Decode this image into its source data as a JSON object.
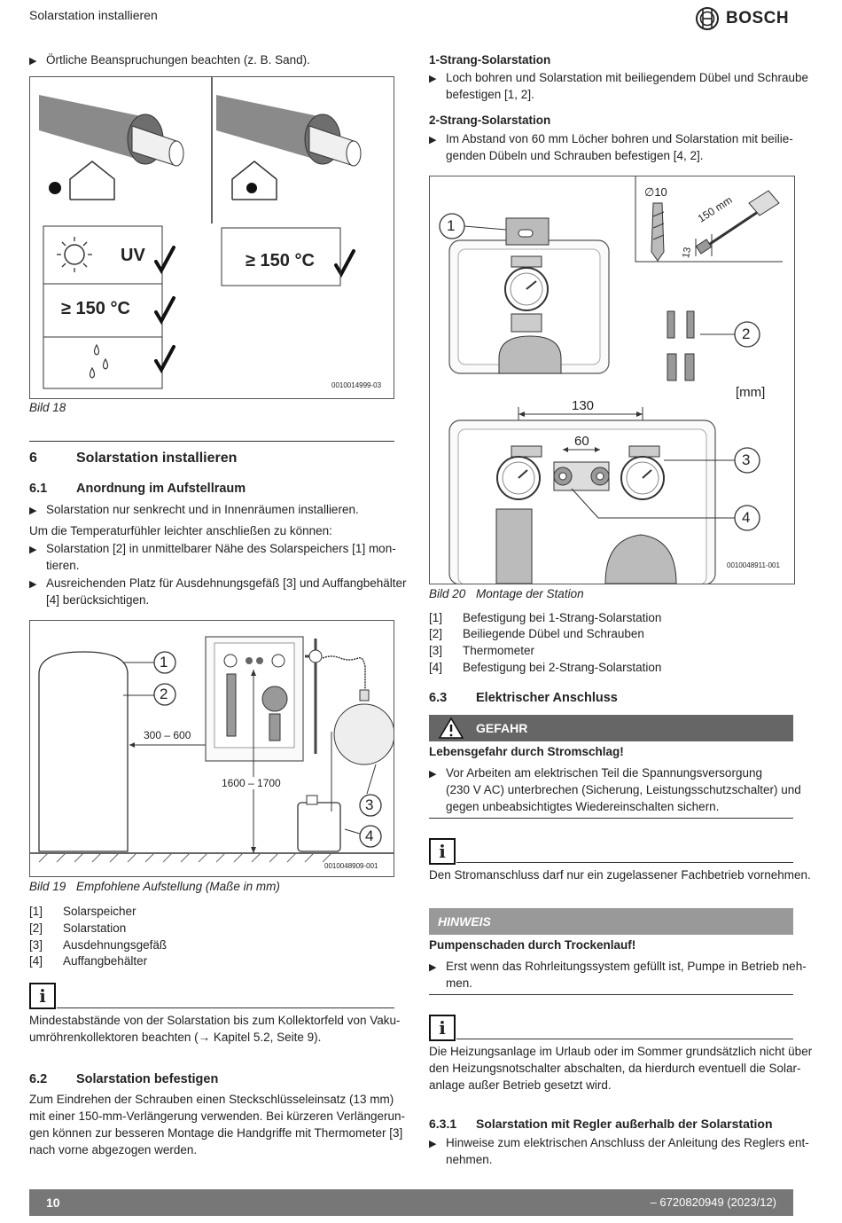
{
  "header": {
    "title": "Solarstation installieren",
    "brand": "BOSCH"
  },
  "left": {
    "intro_bullet": "Örtliche Beanspruchungen beachten (z. B. Sand).",
    "fig18": {
      "label_uv": "UV",
      "label_temp1": "≥ 150 °C",
      "label_temp2": "≥ 150 °C",
      "code": "0010014999-03",
      "caption": "Bild 18"
    },
    "sec6": {
      "num": "6",
      "title": "Solarstation installieren"
    },
    "sec61": {
      "num": "6.1",
      "title": "Anordnung im Aufstellraum",
      "bullet1": "Solarstation nur senkrecht und in Innenräumen installieren.",
      "para": "Um die Temperaturfühler leichter anschließen zu können:",
      "bullet2_l1": "Solarstation [2] in unmittelbarer Nähe des Solarspeichers [1] mon-",
      "bullet2_l2": "tieren.",
      "bullet3_l1": "Ausreichenden Platz für Ausdehnungsgefäß [3] und Auffangbehälter",
      "bullet3_l2": "[4] berücksichtigen."
    },
    "fig19": {
      "n1": "1",
      "n2": "2",
      "n3": "3",
      "n4": "4",
      "dim1": "300 – 600",
      "dim2": "1600 – 1700",
      "code": "0010048909-001",
      "caption_num": "Bild 19",
      "caption": "Empfohlene Aufstellung (Maße in mm)"
    },
    "legend19": [
      {
        "num": "[1]",
        "text": "Solarspeicher"
      },
      {
        "num": "[2]",
        "text": "Solarstation"
      },
      {
        "num": "[3]",
        "text": "Ausdehnungsgefäß"
      },
      {
        "num": "[4]",
        "text": "Auffangbehälter"
      }
    ],
    "info1_icon": "i",
    "info1_l1": "Mindestabstände von der Solarstation bis zum Kollektorfeld von Vaku-",
    "info1_l2": "umröhrenkollektoren beachten (→ Kapitel 5.2, Seite 9).",
    "sec62": {
      "num": "6.2",
      "title": "Solarstation befestigen",
      "l1": "Zum Eindrehen der Schrauben einen Steckschlüsseleinsatz (13 mm)",
      "l2": "mit einer 150-mm-Verlängerung verwenden. Bei kürzeren Verlängerun-",
      "l3": "gen können zur besseren Montage die Handgriffe mit Thermometer [3]",
      "l4": "nach vorne abgezogen werden."
    }
  },
  "right": {
    "strang1": {
      "title": "1-Strang-Solarstation",
      "l1": "Loch bohren und Solarstation mit beiliegendem Dübel und Schraube",
      "l2": "befestigen [1, 2]."
    },
    "strang2": {
      "title": "2-Strang-Solarstation",
      "l1": "Im Abstand von 60 mm Löcher bohren und Solarstation mit beilie-",
      "l2": "genden Dübeln und Schrauben befestigen [4, 2]."
    },
    "fig20": {
      "n1": "1",
      "n2": "2",
      "n3": "3",
      "n4": "4",
      "d10": "∅10",
      "d150": "150 mm",
      "d13": "13",
      "unit": "[mm]",
      "dim130": "130",
      "dim60": "60",
      "code": "0010048911-001",
      "caption_num": "Bild 20",
      "caption": "Montage der Station"
    },
    "legend20": [
      {
        "num": "[1]",
        "text": "Befestigung bei 1-Strang-Solarstation"
      },
      {
        "num": "[2]",
        "text": "Beiliegende Dübel und Schrauben"
      },
      {
        "num": "[3]",
        "text": "Thermometer"
      },
      {
        "num": "[4]",
        "text": "Befestigung bei 2-Strang-Solarstation"
      }
    ],
    "sec63": {
      "num": "6.3",
      "title": "Elektrischer Anschluss"
    },
    "danger": {
      "label": "GEFAHR",
      "headline": "Lebensgefahr durch Stromschlag!",
      "l1": "Vor Arbeiten am elektrischen Teil die Spannungsversorgung",
      "l2": "(230 V AC) unterbrechen (Sicherung, Leistungsschutzschalter) und",
      "l3": "gegen unbeabsichtigtes Wiedereinschalten sichern."
    },
    "info2_icon": "i",
    "info2": "Den Stromanschluss darf nur ein zugelassener Fachbetrieb vornehmen.",
    "hinweis": {
      "label": "HINWEIS",
      "headline": "Pumpenschaden durch Trockenlauf!",
      "l1": "Erst wenn das Rohrleitungssystem gefüllt ist, Pumpe in Betrieb neh-",
      "l2": "men."
    },
    "info3_icon": "i",
    "info3_l1": "Die Heizungsanlage im Urlaub oder im Sommer grundsätzlich nicht über",
    "info3_l2": "den Heizungsnotschalter abschalten, da hierdurch eventuell die Solar-",
    "info3_l3": "anlage außer Betrieb gesetzt wird.",
    "sec631": {
      "num": "6.3.1",
      "title": "Solarstation mit Regler außerhalb der Solarstation",
      "l1": "Hinweise zum elektrischen Anschluss der Anleitung des Reglers ent-",
      "l2": "nehmen."
    }
  },
  "footer": {
    "page": "10",
    "doc": "– 6720820949 (2023/12)"
  }
}
